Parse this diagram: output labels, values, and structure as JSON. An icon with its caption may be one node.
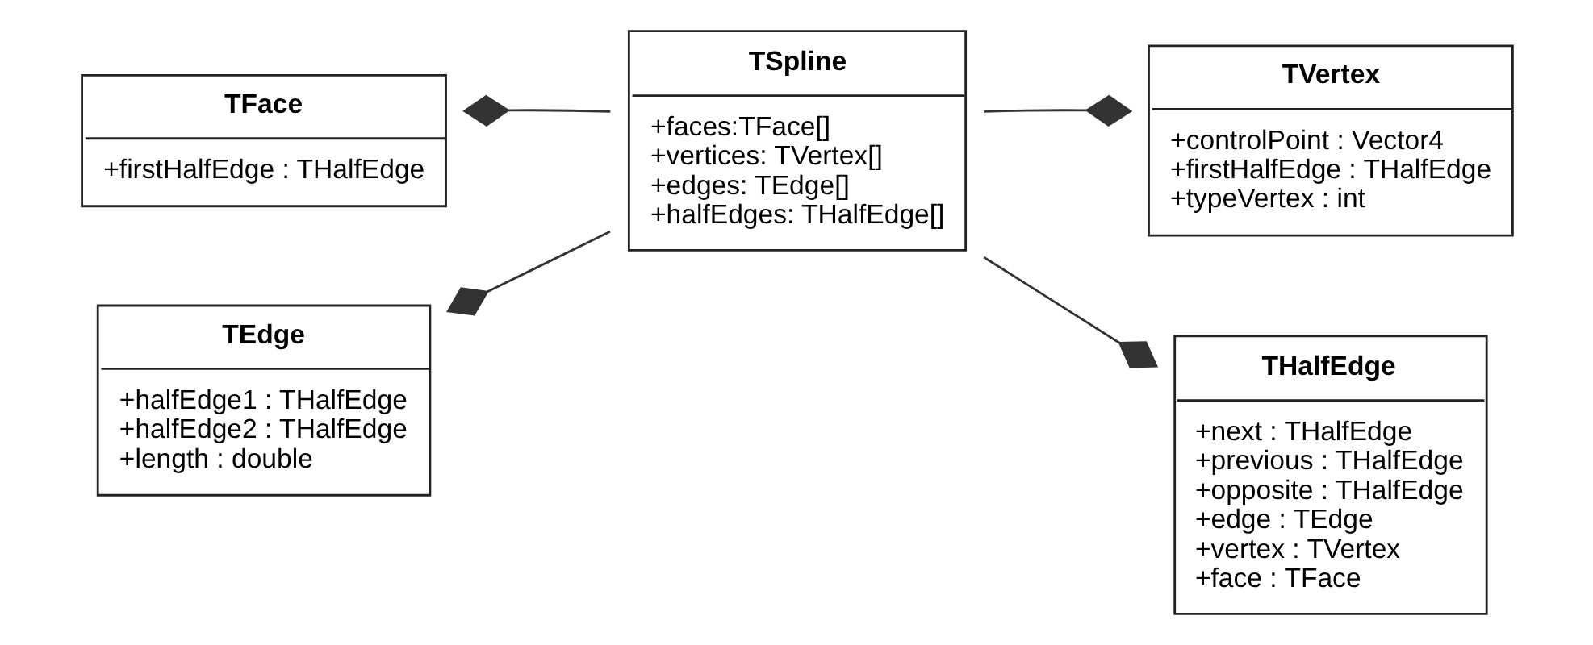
{
  "diagram": {
    "nodes": [
      {
        "text": [
          "TFace",
          "+firstHalfEdge : THalfEdge"
        ]
      },
      {
        "text": [
          "TEdge",
          "+halfEdge1 : THalfEdge",
          "+halfEdge2 : THalfEdge",
          "+length : double"
        ]
      },
      {
        "text": [
          "TSpline",
          "+faces:TFace[]",
          "+vertices: TVertex[]",
          "+edges: TEdge[]",
          "+halfEdges: THalfEdge[]"
        ]
      },
      {
        "text": [
          "TVertex",
          "+controlPoint : Vector4",
          "+firstHalfEdge : THalfEdge",
          "+typeVertex : int"
        ]
      },
      {
        "text": [
          "THalfEdge",
          "+next : THalfEdge",
          "+previous : THalfEdge",
          "+opposite : THalfEdge",
          "+edge : TEdge",
          "+vertex : TVertex",
          "+face : TFace"
        ]
      }
    ],
    "edges": [
      {
        "from": 0,
        "to": 2,
        "arrow": "other"
      },
      {
        "from": 1,
        "to": 2,
        "arrow": "other"
      },
      {
        "from": 3,
        "to": 2,
        "arrow": "other"
      },
      {
        "from": 4,
        "to": 2,
        "arrow": "other"
      }
    ]
  }
}
